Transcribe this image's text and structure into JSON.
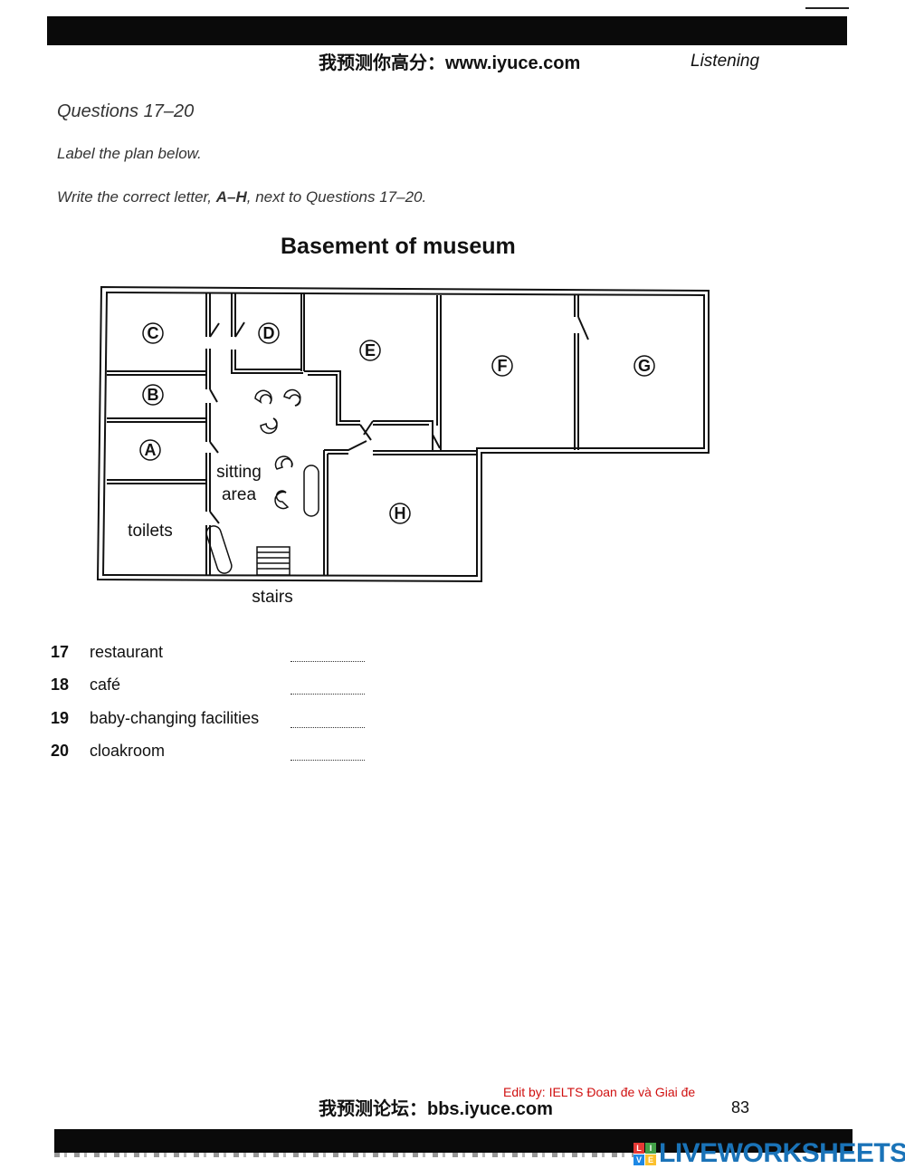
{
  "header": {
    "site": "我预测你高分：www.iyuce.com",
    "section": "Listening"
  },
  "questions_range": "Questions 17–20",
  "instructions": {
    "line1": "Label the plan below.",
    "line2_pre": "Write the correct letter, ",
    "line2_bold": "A–H",
    "line2_post": ", next to Questions 17–20."
  },
  "plan": {
    "title": "Basement of museum",
    "room_letters": {
      "A": "A",
      "B": "B",
      "C": "C",
      "D": "D",
      "E": "E",
      "F": "F",
      "G": "G",
      "H": "H"
    },
    "labels": {
      "sitting1": "sitting",
      "sitting2": "area",
      "toilets": "toilets",
      "stairs": "stairs"
    }
  },
  "questions": [
    {
      "number": "17",
      "label": "restaurant",
      "answer": ""
    },
    {
      "number": "18",
      "label": "café",
      "answer": ""
    },
    {
      "number": "19",
      "label": "baby-changing facilities",
      "answer": ""
    },
    {
      "number": "20",
      "label": "cloakroom",
      "answer": ""
    }
  ],
  "footer": {
    "site": "我预测论坛：bbs.iyuce.com",
    "edit_by": "Edit by: IELTS Đoan đe và Giai đe",
    "page": "83"
  },
  "watermark": {
    "brand": "LIVEWORKSHEETS",
    "squares": [
      "L",
      "I",
      "V",
      "E"
    ],
    "colors": [
      "#e53935",
      "#43a047",
      "#1e88e5",
      "#fbc02d"
    ]
  }
}
